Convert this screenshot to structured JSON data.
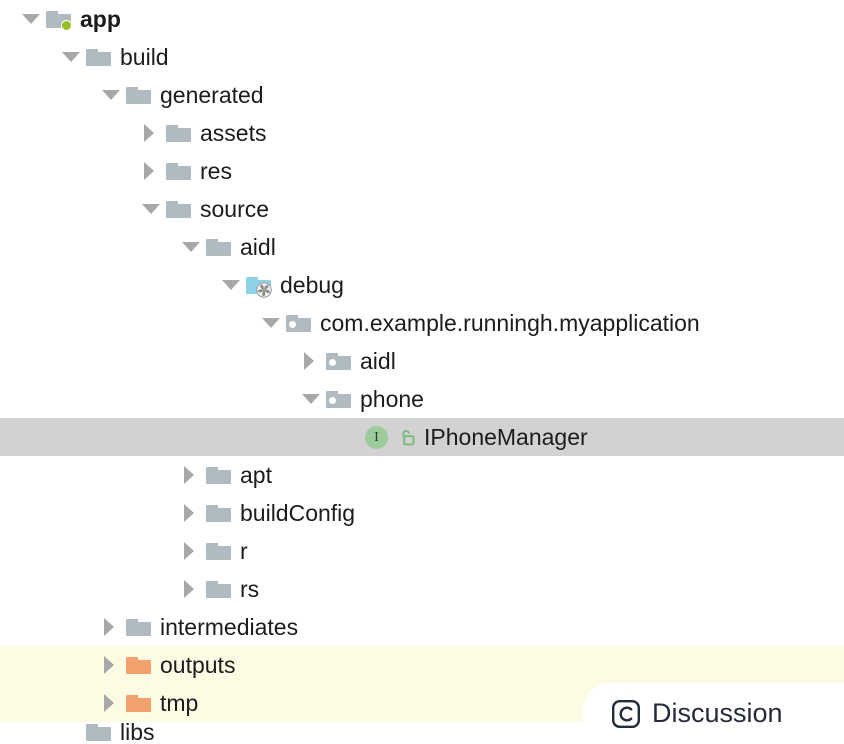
{
  "view": {
    "name": "project-tree",
    "selected_row": "IPhoneManager",
    "colors": {
      "background": "#ffffff",
      "selection": "#d2d2d2",
      "warning_row": "#fdfbe4",
      "folder": "#b0bac1",
      "folder_orange": "#f3a26d",
      "folder_blue": "#8ed2e8",
      "module_badge": "#94c01f",
      "interface_badge": "#9ccc9c",
      "text": "#1c1c1c",
      "overlay_text": "#262b3c"
    }
  },
  "tree": {
    "rows": [
      {
        "label": "app",
        "depth": 0,
        "toggle": "down",
        "icon": "folder-module-icon",
        "bold": true,
        "style": "normal"
      },
      {
        "label": "build",
        "depth": 1,
        "toggle": "down",
        "icon": "folder-icon",
        "bold": false,
        "style": "normal"
      },
      {
        "label": "generated",
        "depth": 2,
        "toggle": "down",
        "icon": "folder-icon",
        "bold": false,
        "style": "normal"
      },
      {
        "label": "assets",
        "depth": 3,
        "toggle": "right",
        "icon": "folder-icon",
        "bold": false,
        "style": "normal"
      },
      {
        "label": "res",
        "depth": 3,
        "toggle": "right",
        "icon": "folder-icon",
        "bold": false,
        "style": "normal"
      },
      {
        "label": "source",
        "depth": 3,
        "toggle": "down",
        "icon": "folder-icon",
        "bold": false,
        "style": "normal"
      },
      {
        "label": "aidl",
        "depth": 4,
        "toggle": "down",
        "icon": "folder-icon",
        "bold": false,
        "style": "normal"
      },
      {
        "label": "debug",
        "depth": 5,
        "toggle": "down",
        "icon": "folder-build-variant-icon",
        "bold": false,
        "style": "normal"
      },
      {
        "label": "com.example.runningh.myapplication",
        "depth": 6,
        "toggle": "down",
        "icon": "folder-package-icon",
        "bold": false,
        "style": "normal"
      },
      {
        "label": "aidl",
        "depth": 7,
        "toggle": "right",
        "icon": "folder-package-icon",
        "bold": false,
        "style": "normal"
      },
      {
        "label": "phone",
        "depth": 7,
        "toggle": "down",
        "icon": "folder-package-icon",
        "bold": false,
        "style": "normal"
      },
      {
        "label": "IPhoneManager",
        "depth": 8,
        "toggle": "none",
        "icon": "interface-icon",
        "bold": false,
        "style": "selected"
      },
      {
        "label": "apt",
        "depth": 4,
        "toggle": "right",
        "icon": "folder-icon",
        "bold": false,
        "style": "normal"
      },
      {
        "label": "buildConfig",
        "depth": 4,
        "toggle": "right",
        "icon": "folder-icon",
        "bold": false,
        "style": "normal"
      },
      {
        "label": "r",
        "depth": 4,
        "toggle": "right",
        "icon": "folder-icon",
        "bold": false,
        "style": "normal"
      },
      {
        "label": "rs",
        "depth": 4,
        "toggle": "right",
        "icon": "folder-icon",
        "bold": false,
        "style": "normal"
      },
      {
        "label": "intermediates",
        "depth": 2,
        "toggle": "right",
        "icon": "folder-icon",
        "bold": false,
        "style": "normal"
      },
      {
        "label": "outputs",
        "depth": 2,
        "toggle": "right",
        "icon": "folder-excluded-icon",
        "bold": false,
        "style": "warn"
      },
      {
        "label": "tmp",
        "depth": 2,
        "toggle": "right",
        "icon": "folder-excluded-icon",
        "bold": false,
        "style": "warn"
      },
      {
        "label": "libs",
        "depth": 1,
        "toggle": "none",
        "icon": "folder-icon",
        "bold": false,
        "style": "clipped"
      }
    ]
  },
  "overlay": {
    "icon": "discussion-c-icon",
    "label": "Discussion"
  }
}
